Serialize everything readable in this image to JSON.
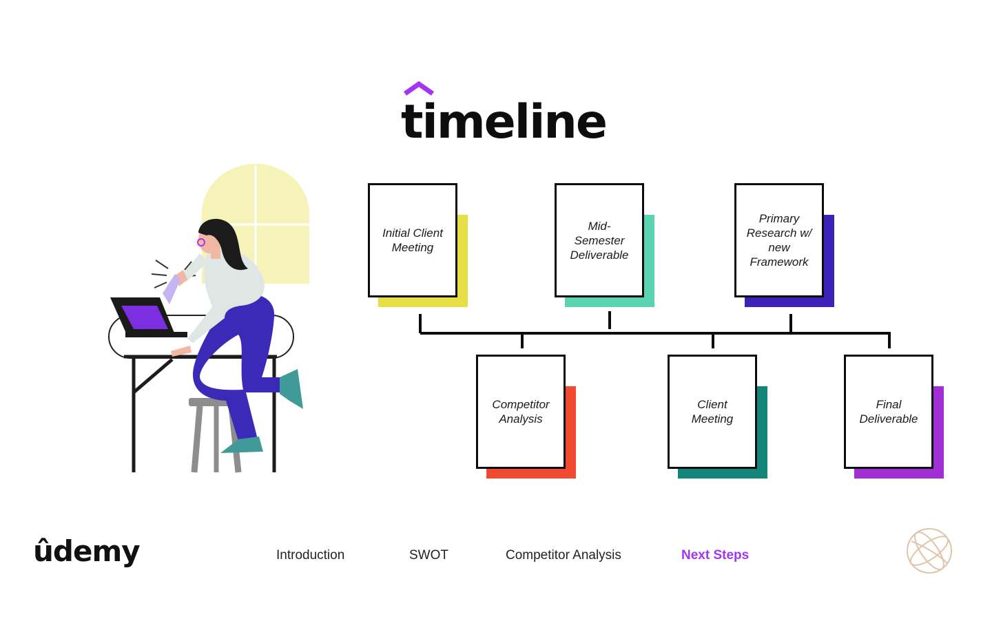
{
  "slide": {
    "title": "timeline"
  },
  "timeline": {
    "top_row": [
      {
        "label": "Initial Client Meeting",
        "accent": "#e6df45"
      },
      {
        "label": "Mid-Semester Deliverable",
        "accent": "#5bd3b0"
      },
      {
        "label": "Primary Research w/ new Framework",
        "accent": "#3d22b8"
      }
    ],
    "bottom_row": [
      {
        "label": "Competitor Analysis",
        "accent": "#f24a2f"
      },
      {
        "label": "Client Meeting",
        "accent": "#13857a"
      },
      {
        "label": "Final Deliverable",
        "accent": "#a02fd6"
      }
    ]
  },
  "footer": {
    "logo_text": "ûdemy",
    "nav": [
      {
        "label": "Introduction",
        "active": false
      },
      {
        "label": "SWOT",
        "active": false
      },
      {
        "label": "Competitor Analysis",
        "active": false
      },
      {
        "label": "Next Steps",
        "active": true
      }
    ],
    "active_color": "#a435f0",
    "globe_icon": "globe-icon"
  },
  "colors": {
    "brand_purple": "#a435f0",
    "window_yellow": "#f6f3b8",
    "figure_indigo": "#3b2ab8",
    "shoe_teal": "#3f9a98"
  }
}
